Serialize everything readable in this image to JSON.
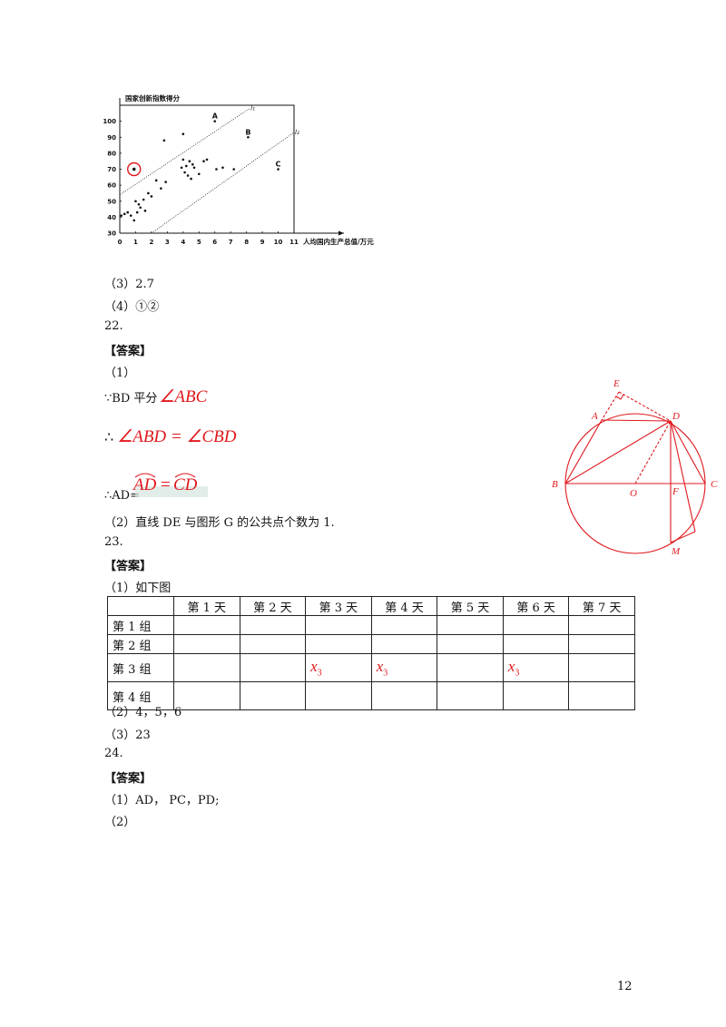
{
  "scatter": {
    "title": "国家创新指数得分",
    "xlabel": "人均国内生产总值/万元",
    "xticks": [
      "0",
      "1",
      "2",
      "3",
      "4",
      "5",
      "6",
      "7",
      "8",
      "9",
      "10",
      "11"
    ],
    "yticks": [
      "30",
      "40",
      "50",
      "60",
      "70",
      "80",
      "90",
      "100"
    ],
    "point_labels": [
      "A",
      "B",
      "C"
    ],
    "line_labels": [
      "l₁",
      "l₂"
    ]
  },
  "chart_data": {
    "type": "scatter",
    "title": "国家创新指数得分",
    "xlabel": "人均国内生产总值/万元",
    "ylabel": "",
    "xlim": [
      0,
      11
    ],
    "ylim": [
      30,
      110
    ],
    "grid": false,
    "points": [
      [
        0.1,
        41
      ],
      [
        0.3,
        42
      ],
      [
        0.5,
        43
      ],
      [
        0.7,
        41
      ],
      [
        0.9,
        38
      ],
      [
        1.0,
        50
      ],
      [
        1.1,
        43
      ],
      [
        1.2,
        48
      ],
      [
        1.3,
        46
      ],
      [
        1.5,
        51
      ],
      [
        1.6,
        44
      ],
      [
        1.8,
        55
      ],
      [
        2.0,
        53
      ],
      [
        2.3,
        63
      ],
      [
        2.6,
        58
      ],
      [
        2.9,
        62
      ],
      [
        2.8,
        88
      ],
      [
        3.9,
        71
      ],
      [
        4.0,
        76
      ],
      [
        4.1,
        68
      ],
      [
        4.2,
        72
      ],
      [
        4.3,
        66
      ],
      [
        4.4,
        75
      ],
      [
        4.5,
        64
      ],
      [
        4.6,
        73
      ],
      [
        4.7,
        71
      ],
      [
        5.0,
        67
      ],
      [
        5.3,
        75
      ],
      [
        5.5,
        76
      ],
      [
        6.1,
        70
      ],
      [
        6.5,
        71
      ],
      [
        7.2,
        70
      ],
      [
        4.0,
        92
      ],
      [
        0.9,
        70
      ],
      [
        6.0,
        100
      ],
      [
        8.1,
        90
      ],
      [
        10.0,
        70
      ]
    ],
    "highlighted_point": [
      0.9,
      70
    ],
    "named_points": [
      {
        "label": "A",
        "x": 6.0,
        "y": 100
      },
      {
        "label": "B",
        "x": 8.1,
        "y": 90
      },
      {
        "label": "C",
        "x": 10.0,
        "y": 70
      }
    ],
    "lines": [
      {
        "label": "l₁",
        "from": [
          0,
          54
        ],
        "to": [
          8.2,
          108
        ]
      },
      {
        "label": "l₂",
        "from": [
          2.0,
          30
        ],
        "to": [
          11,
          93
        ]
      }
    ]
  },
  "answers": {
    "q21_3": "（3）2.7",
    "q21_4": "（4）①②",
    "q22_num": "22.",
    "q22_ans": "【答案】",
    "q22_1": "（1）",
    "q22_bd_text": "∵BD 平分",
    "q22_angle": "∠ABC",
    "q22_therefore": "∴",
    "q22_eq": "∠ABD = ∠CBD",
    "q22_ad_text": "∴AD=",
    "q22_arc_ad": "AD",
    "q22_arc_eq": "=",
    "q22_arc_cd": "CD",
    "q22_2": "（2）直线 DE 与图形 G 的公共点个数为 1.",
    "q23_num": "23.",
    "q23_ans": "【答案】",
    "q23_1": "（1）如下图",
    "q23_2": "（2）4，5，6",
    "q23_3": "（3）23",
    "q24_num": "24.",
    "q24_ans": "【答案】",
    "q24_1": "（1）AD， PC，PD;",
    "q24_2": "（2）"
  },
  "geometry": {
    "labels": [
      "E",
      "A",
      "D",
      "B",
      "O",
      "F",
      "C",
      "M"
    ]
  },
  "table": {
    "headers": [
      "",
      "第 1 天",
      "第 2 天",
      "第 3 天",
      "第 4 天",
      "第 5 天",
      "第 6 天",
      "第 7 天"
    ],
    "rows": [
      {
        "label": "第 1 组",
        "cells": [
          "",
          "",
          "",
          "",
          "",
          "",
          ""
        ]
      },
      {
        "label": "第 2 组",
        "cells": [
          "",
          "",
          "",
          "",
          "",
          "",
          ""
        ]
      },
      {
        "label": "第 3 组",
        "cells": [
          "",
          "",
          "x3",
          "x3",
          "",
          "x3",
          ""
        ]
      },
      {
        "label": "第 4 组",
        "cells": [
          "",
          "",
          "",
          "",
          "",
          "",
          ""
        ]
      }
    ],
    "mark_var": "x",
    "mark_sub": "3"
  },
  "page_number": "12",
  "colors": {
    "red": "#e0191e",
    "text": "#111111"
  }
}
